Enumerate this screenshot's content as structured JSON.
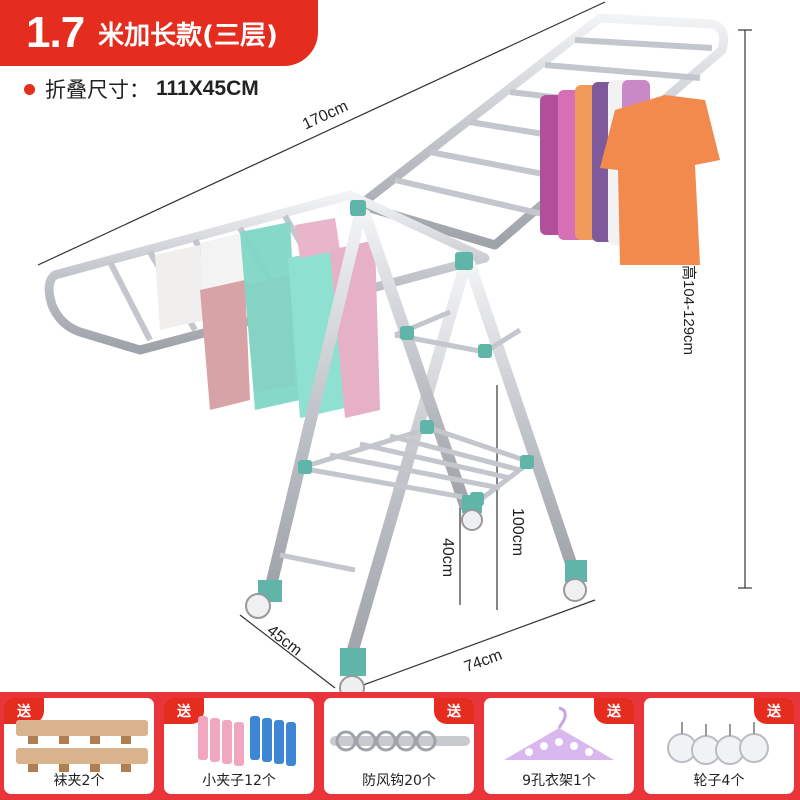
{
  "badge": {
    "length": "1.7",
    "label": "米加长款(三层)"
  },
  "spec": {
    "label": "折叠尺寸：",
    "value": "111X45CM"
  },
  "dimensions": {
    "length": "170cm",
    "height": "高104-129cm",
    "shelf_height": "100cm",
    "low_height": "40cm",
    "depth": "45cm",
    "width": "74cm"
  },
  "gift_tag": "送",
  "gifts": [
    {
      "name": "袜夹2个",
      "icon": "sock-clip-icon"
    },
    {
      "name": "小夹子12个",
      "icon": "clothespin-icon"
    },
    {
      "name": "防风钩20个",
      "icon": "windproof-hook-icon"
    },
    {
      "name": "9孔衣架1个",
      "icon": "nine-hole-hanger-icon"
    },
    {
      "name": "轮子4个",
      "icon": "caster-wheel-icon"
    }
  ],
  "colors": {
    "accent_red": "#e52d1f",
    "gift_bar": "#e9353a",
    "frame_silver": "#c9cbd0",
    "joint_teal": "#5fb5a8",
    "towel_pink": "#d8a3a6",
    "towel_teal": "#7fd6c6",
    "shirt_orange": "#f38a4d",
    "shirt_purple": "#b24f9b"
  }
}
